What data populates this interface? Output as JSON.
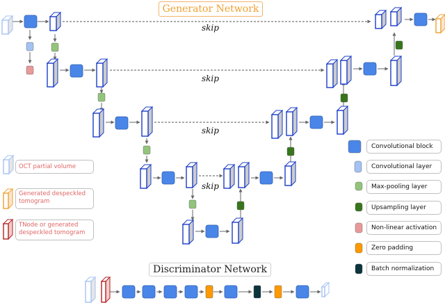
{
  "generator": {
    "title": "Generator Network",
    "skip_label": "skip"
  },
  "discriminator": {
    "title": "Discriminator Network"
  },
  "inputs": [
    {
      "label": "OCT partial volume"
    },
    {
      "label": "Generated despeckled tomogram"
    },
    {
      "label": "TNode or generated despeckled tomogram"
    }
  ],
  "legend": [
    {
      "label": "Convolutional block",
      "color": "#4a86e8"
    },
    {
      "label": "Convolutional layer",
      "color": "#a4c2f4"
    },
    {
      "label": "Max-pooling layer",
      "color": "#93c47d"
    },
    {
      "label": "Upsampling layer",
      "color": "#38761d"
    },
    {
      "label": "Non-linear activation",
      "color": "#ea9999"
    },
    {
      "label": "Zero padding",
      "color": "#ff9900"
    },
    {
      "label": "Batch normalization",
      "color": "#0c343d"
    }
  ],
  "colors": {
    "cube_front": "#ffffff",
    "cube_side": "#cccccc",
    "cube_edge": "#1a3cc8",
    "arrow": "#666666"
  }
}
